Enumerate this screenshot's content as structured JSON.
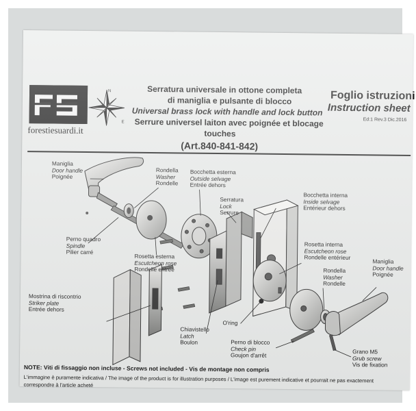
{
  "header": {
    "title_it_1": "Serratura universale in ottone completa",
    "title_it_2": "di maniglia e pulsante di blocco",
    "title_en": "Universal brass lock with handle and lock button",
    "title_fr_1": "Serrure universel laiton avec poignée et blocage",
    "title_fr_2": "touches",
    "article": "(Art.840-841-842)",
    "sheet_it": "Foglio istruzioni",
    "sheet_en": "Instruction sheet",
    "edition": "Ed:1 Rev.3 Dic.2016"
  },
  "logo": {
    "mark": "FS",
    "website": "forestiesuardi.it",
    "compass_icon": "compass-rose-icon"
  },
  "labels": {
    "door_handle_left": {
      "it": "Maniglia",
      "en": "Door handle",
      "fr": "Poignée"
    },
    "washer_left": {
      "it": "Rondella",
      "en": "Washer",
      "fr": "Rondelle"
    },
    "outside_selvage": {
      "it": "Bocchetta esterna",
      "en": "Outside selvage",
      "fr": "Entrée dehors"
    },
    "lock": {
      "it": "Serratura",
      "en": "Lock",
      "fr": "Serrure"
    },
    "inside_selvage": {
      "it": "Bocchetta interna",
      "en": "Inside selvage",
      "fr": "Entérieur dehors"
    },
    "spindle": {
      "it": "Perno quadro",
      "en": "Spindle",
      "fr": "Pilier carré"
    },
    "escutcheon_outer": {
      "it": "Rosetta esterna",
      "en": "Escutcheon rose",
      "fr": "Rondelle entrée"
    },
    "escutcheon_inner": {
      "it": "Rosetta interna",
      "en": "Escutcheon rose",
      "fr": "Rondelle entérieur"
    },
    "washer_right": {
      "it": "Rondella",
      "en": "Washer",
      "fr": "Rondelle"
    },
    "door_handle_right": {
      "it": "Maniglia",
      "en": "Door handle",
      "fr": "Poignée"
    },
    "striker_plate": {
      "it": "Mostrina di riscontrio",
      "en": "Striker plate",
      "fr": "Entrée dehors"
    },
    "oring": {
      "it": "O'ring"
    },
    "latch": {
      "it": "Chiavistello",
      "en": "Latch",
      "fr": "Boulon"
    },
    "check_pin": {
      "it": "Perno di blocco",
      "en": "Check pin",
      "fr": "Goujon d'arrêt"
    },
    "grub_screw": {
      "it": "Grano M5",
      "en": "Grub screw",
      "fr": "Vis de fixation"
    }
  },
  "footer": {
    "note": "NOTE: Viti di fissaggio non incluse - Screws not included - Vis de montage non compris",
    "disclaimer_1": "L'immagine è puramente indicativa / The image of the product is for illustration purposes / L'image est purement indicative et pourrait ne pas exactement",
    "disclaimer_2": "correspondre à l'article acheté"
  }
}
